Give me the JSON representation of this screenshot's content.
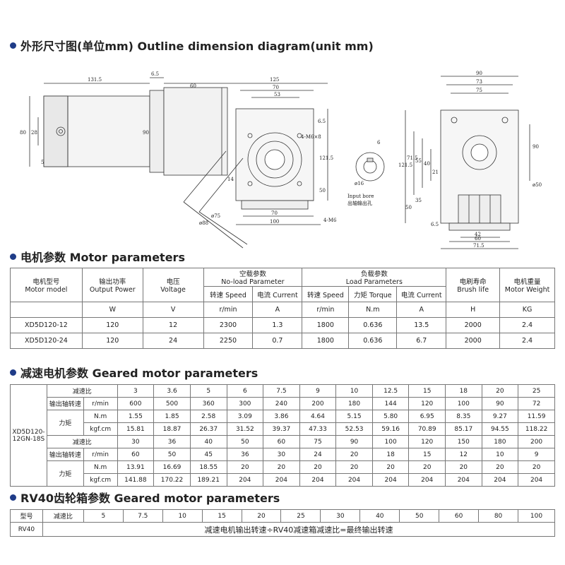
{
  "outline": {
    "title": "外形尺寸图(单位mm) Outline dimension diagram(unit mm)",
    "dims": {
      "d131_5": "131.5",
      "d6_5": "6.5",
      "d60": "60",
      "d125": "125",
      "d70": "70",
      "d53": "53",
      "d80": "80",
      "d28": "28",
      "d5": "5",
      "d90": "90",
      "d6_5b": "6.5",
      "d121_5": "121.5",
      "d50": "50",
      "d14": "14",
      "d70b": "70",
      "d100": "100",
      "d75": "ø75",
      "d88": "ø88",
      "m6x8": "4-M6×8",
      "m6": "4-M6",
      "d6": "6",
      "d16": "ø16",
      "d90r": "90",
      "d73": "73",
      "d75r": "75",
      "d71_5": "71.5",
      "d55": "55",
      "d40": "40",
      "d121_5r": "121.5",
      "d21": "21",
      "d90rv": "90",
      "d50r": "ø50",
      "d35": "35",
      "d50b": "50",
      "d6_5r": "6.5",
      "d42": "42",
      "d60r": "60",
      "d71_5b": "71.5"
    },
    "bore_label_en": "Input bore",
    "bore_label_cn": "出轴输出孔"
  },
  "motor": {
    "title": "电机参数 Motor parameters",
    "headers": {
      "model": "电机型号\nMotor model",
      "power": "输出功率\nOutput Power",
      "voltage": "电压\nVoltage",
      "noload": "空载参数\nNo-load Parameter",
      "load": "负载参数\nLoad Parameters",
      "brush": "电刷寿命\nBrush life",
      "weight": "电机重量\nMotor Weight",
      "nl_speed": "转速 Speed",
      "nl_current": "电流 Current",
      "l_speed": "转速 Speed",
      "l_torque": "力矩 Torque",
      "l_current": "电流 Current"
    },
    "units": [
      "W",
      "V",
      "r/min",
      "A",
      "r/min",
      "N.m",
      "A",
      "H",
      "KG"
    ],
    "rows": [
      [
        "XD5D120-12",
        "120",
        "12",
        "2300",
        "1.3",
        "1800",
        "0.636",
        "13.5",
        "2000",
        "2.4"
      ],
      [
        "XD5D120-24",
        "120",
        "24",
        "2250",
        "0.7",
        "1800",
        "0.636",
        "6.7",
        "2000",
        "2.4"
      ]
    ]
  },
  "geared": {
    "title": "减速电机参数 Geared motor parameters",
    "model": "XD5D120-\n12GN-18S",
    "label_ratio": "减速比",
    "label_speed": "输出轴转速",
    "label_torque": "力矩",
    "unit_rpm": "r/min",
    "unit_nm": "N.m",
    "unit_kgf": "kgf.cm",
    "block1": {
      "ratio": [
        "3",
        "3.6",
        "5",
        "6",
        "7.5",
        "9",
        "10",
        "12.5",
        "15",
        "18",
        "20",
        "25"
      ],
      "speed": [
        "600",
        "500",
        "360",
        "300",
        "240",
        "200",
        "180",
        "144",
        "120",
        "100",
        "90",
        "72"
      ],
      "nm": [
        "1.55",
        "1.85",
        "2.58",
        "3.09",
        "3.86",
        "4.64",
        "5.15",
        "5.80",
        "6.95",
        "8.35",
        "9.27",
        "11.59"
      ],
      "kgf": [
        "15.81",
        "18.87",
        "26.37",
        "31.52",
        "39.37",
        "47.33",
        "52.53",
        "59.16",
        "70.89",
        "85.17",
        "94.55",
        "118.22"
      ]
    },
    "block2": {
      "ratio": [
        "30",
        "36",
        "40",
        "50",
        "60",
        "75",
        "90",
        "100",
        "120",
        "150",
        "180",
        "200"
      ],
      "speed": [
        "60",
        "50",
        "45",
        "36",
        "30",
        "24",
        "20",
        "18",
        "15",
        "12",
        "10",
        "9"
      ],
      "nm": [
        "13.91",
        "16.69",
        "18.55",
        "20",
        "20",
        "20",
        "20",
        "20",
        "20",
        "20",
        "20",
        "20"
      ],
      "kgf": [
        "141.88",
        "170.22",
        "189.21",
        "204",
        "204",
        "204",
        "204",
        "204",
        "204",
        "204",
        "204",
        "204"
      ]
    }
  },
  "rv": {
    "title": "RV40齿轮箱参数 Geared motor parameters",
    "label_model": "型号",
    "label_ratio": "减速比",
    "model": "RV40",
    "ratios": [
      "5",
      "7.5",
      "10",
      "15",
      "20",
      "25",
      "30",
      "40",
      "50",
      "60",
      "80",
      "100"
    ],
    "formula": "减速电机输出转速÷RV40减速箱减速比=最终输出转速"
  }
}
